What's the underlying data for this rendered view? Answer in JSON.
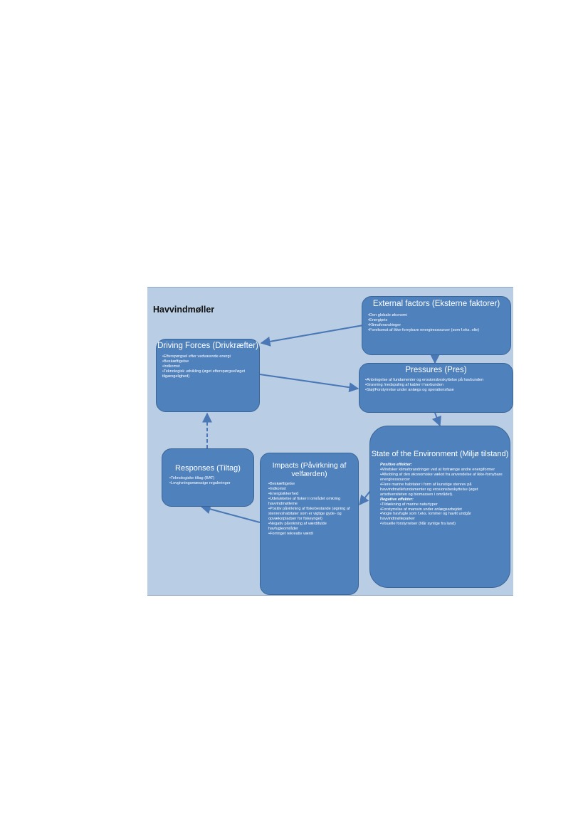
{
  "diagram": {
    "title": "Havvindmøller",
    "colors": {
      "box_fill": "#4f81bd",
      "box_border": "#3a6597",
      "background": "#b9cde4",
      "arrow": "#4a78b6"
    },
    "external": {
      "title": "External factors (Eksterne faktorer)",
      "items": [
        "•Den globale økonomi",
        "•Energipris",
        "•Klimaforandringer",
        "•Forekomst af ikke-fornybare energiressourcer (som f.eks. olie)"
      ]
    },
    "driving": {
      "title": "Driving Forces (Drivkræfter)",
      "items": [
        "•Efterspørgsel efter vedvarende energi",
        "•Beskæftigelse",
        "•Indkomst",
        "•Teknologisk udvikling (øget efterspørgsel/øget tilgængelighed)"
      ]
    },
    "pressures": {
      "title": "Pressures (Pres)",
      "items": [
        "•Anbringelse af fundamenter og erosionsbeskyttelse på havbunden",
        "•Gravning /nedspuling af kabler i havbunden",
        "•Støj/Forstyrrelse under anlægs og operationsfase"
      ]
    },
    "responses": {
      "title": "Responses (Tiltag)",
      "items": [
        "•Teknologiske tiltag (BAT)",
        "•Lovgivningsmæssige reguleringer"
      ]
    },
    "impacts": {
      "title": "Impacts (Påvirkning af velfærden)",
      "items": [
        "•Beskæftigelse",
        "•Indkomst",
        "•Energisikkerhed",
        "•Udelukkelse af fiskeri i området omkring havvindmøllerne",
        "•Positiv påvirkning af fiskebestande (øgning af stenrevshabitater som er vigtige gyde- og opvækstpladser for fiskeyngel)",
        "•Negativ påvirkning af værdifulde havfugleområder",
        "•Forringet rekreativ værdi"
      ]
    },
    "state": {
      "title": "State of the Environment (Miljø tilstand)",
      "positive_label": "Positive effekter:",
      "positive_items": [
        "•Mindsker klimaforandringer ved at fortrænge andre energiformer",
        "•Afkobling af den økonomiske vækst fra anvendelse af ikke-fornybare energiressourcer",
        "•Flere marine habitater i form af kunstige stenrev på havvindmøllefundamenter og erosionsbeskyttelse (øget artsdiversiteten og biomassen i området)."
      ],
      "negative_label": "Negative effekter:",
      "negative_items": [
        "•Tildækning af marine naturtyper",
        "•Forstyrrelse af marsvin under anlægsarbejdet",
        "•Nogle havfugle som f.eks. lommer og havlit undgår havvindmølleparker",
        "•Visuelle forstyrrelser (Når synlige fra land)"
      ]
    }
  }
}
